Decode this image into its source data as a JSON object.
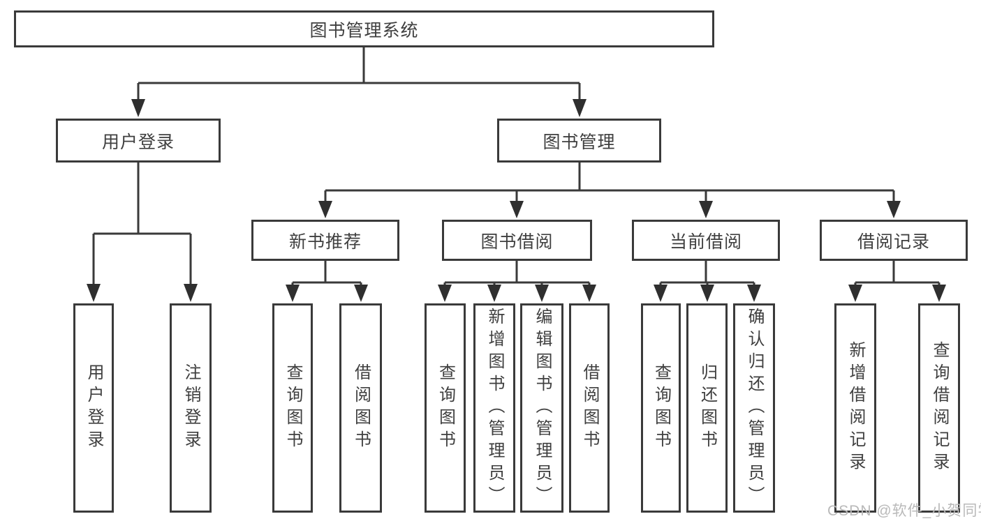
{
  "diagram": {
    "type": "hierarchy-tree",
    "colors": {
      "line": "#3a3a3a",
      "box_border": "#3a3a3a",
      "text": "#3f3f3f",
      "background": "#ffffff"
    },
    "nodes": {
      "root": "图书管理系统",
      "user_login": "用户登录",
      "book_management": "图书管理",
      "new_book_recommend": "新书推荐",
      "book_borrowing": "图书借阅",
      "current_borrowing": "当前借阅",
      "borrowing_records": "借阅记录",
      "leaf_user_login": "用户登录",
      "leaf_logout": "注销登录",
      "leaf_rec_query_books": "查询图书",
      "leaf_rec_borrow_books": "借阅图书",
      "leaf_bb_query_books": "查询图书",
      "leaf_bb_add_books_admin": "新增图书（管理员）",
      "leaf_bb_edit_books_admin": "编辑图书（管理员）",
      "leaf_bb_borrow_books": "借阅图书",
      "leaf_cb_query_books": "查询图书",
      "leaf_cb_return_books": "归还图书",
      "leaf_cb_confirm_return_admin": "确认归还（管理员）",
      "leaf_br_add_record": "新增借阅记录",
      "leaf_br_query_record": "查询借阅记录"
    },
    "hierarchy": {
      "图书管理系统": {
        "用户登录": [
          "用户登录",
          "注销登录"
        ],
        "图书管理": {
          "新书推荐": [
            "查询图书",
            "借阅图书"
          ],
          "图书借阅": [
            "查询图书",
            "新增图书（管理员）",
            "编辑图书（管理员）",
            "借阅图书"
          ],
          "当前借阅": [
            "查询图书",
            "归还图书",
            "确认归还（管理员）"
          ],
          "借阅记录": [
            "新增借阅记录",
            "查询借阅记录"
          ]
        }
      }
    }
  },
  "watermark": {
    "text": "CSDN @软件_小贺同学",
    "color": "#b9b9b9"
  }
}
